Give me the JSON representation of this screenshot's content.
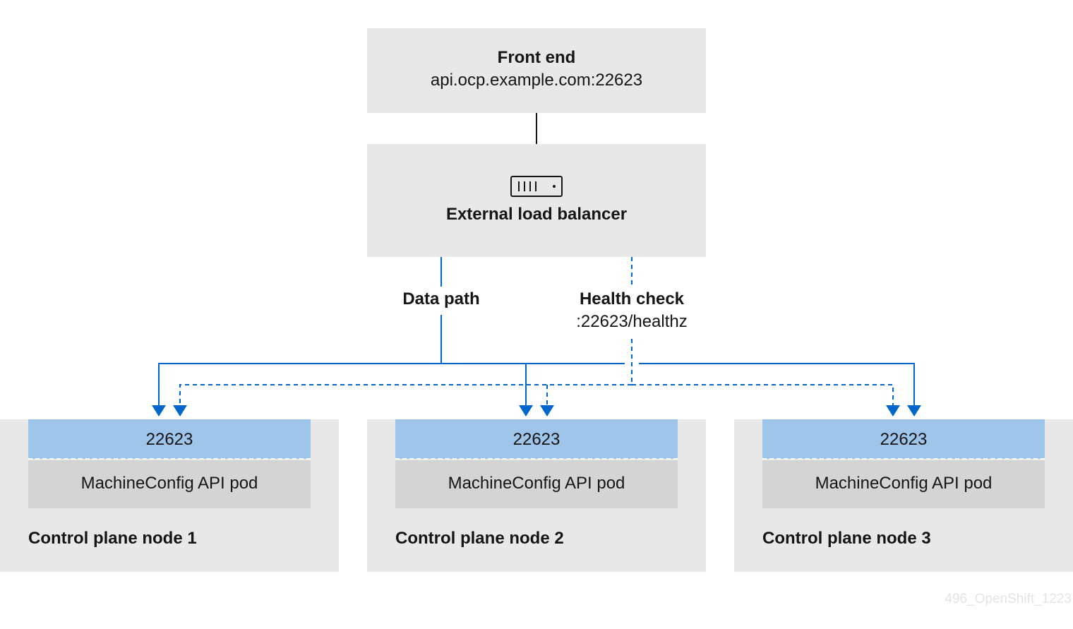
{
  "frontend": {
    "title": "Front end",
    "host": "api.ocp.example.com:22623"
  },
  "load_balancer": {
    "title": "External load balancer",
    "icon": "load-balancer-icon"
  },
  "edges": {
    "data_path": "Data path",
    "health_check": "Health check",
    "health_check_path": ":22623/healthz"
  },
  "nodes": [
    {
      "port": "22623",
      "pod": "MachineConfig API pod",
      "label": "Control plane node 1"
    },
    {
      "port": "22623",
      "pod": "MachineConfig API pod",
      "label": "Control plane node 2"
    },
    {
      "port": "22623",
      "pod": "MachineConfig API pod",
      "label": "Control plane node 3"
    }
  ],
  "colors": {
    "box": "#e8e8e8",
    "port": "#9ec4ea",
    "pod": "#d4d4d4",
    "arrow": "#0066cc",
    "line": "#151515"
  },
  "watermark": "496_OpenShift_1223"
}
